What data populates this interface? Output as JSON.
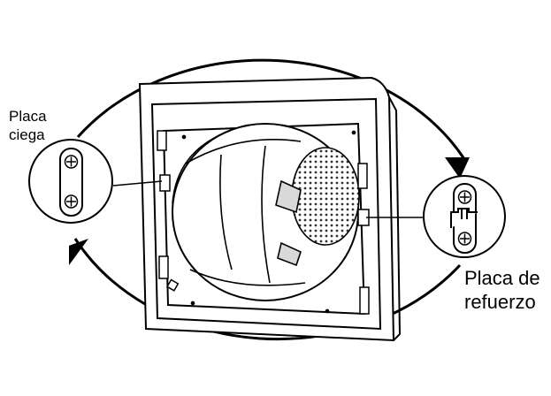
{
  "labels": {
    "blind_plate": [
      "Placa",
      "ciega"
    ],
    "reinforcement_plate": [
      "Placa de",
      "refuerzo"
    ]
  },
  "colors": {
    "line": "#000000",
    "background": "#ffffff",
    "shade": "#d9d9d9"
  },
  "icons": {
    "rotation": "curved-arrow-icon",
    "screw": "screw-icon"
  }
}
